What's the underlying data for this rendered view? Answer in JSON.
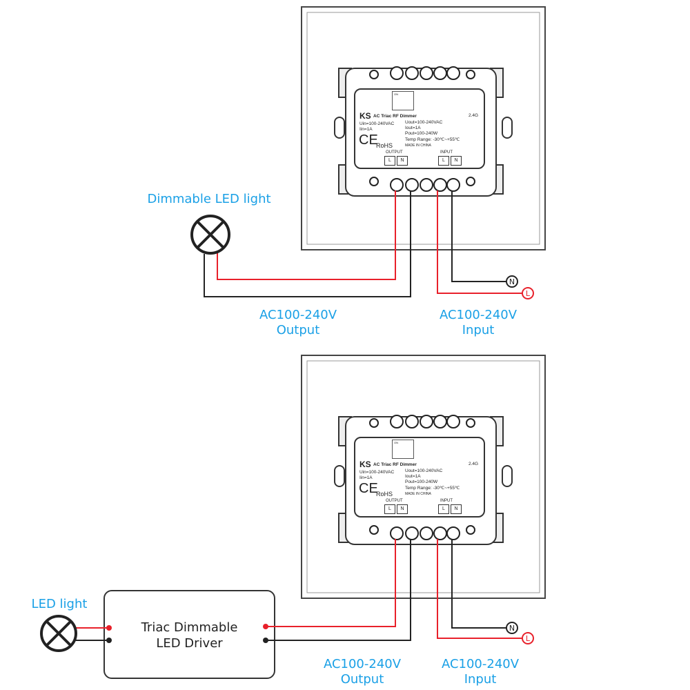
{
  "module": {
    "brand": "KS",
    "name": "AC Triac RF Dimmer",
    "freq": "2.4G",
    "uin": "Uin=100-240VAC",
    "iin": "Iin=1A",
    "uout": "Uout=100-240VAC",
    "iout": "Iout=1A",
    "pout": "Pout=100-240W",
    "temp": "Temp Range: -30℃~+55℃",
    "ce": "CE",
    "rohs": "RoHS",
    "made": "MADE IN CHINA",
    "output": "OUTPUT",
    "input": "INPUT",
    "l": "L",
    "n": "N",
    "on": "ON"
  },
  "diagram1": {
    "lamp_label": "Dimmable LED light",
    "output_label": [
      "AC100-240V",
      "Output"
    ],
    "input_label": [
      "AC100-240V",
      "Input"
    ],
    "n_terminal": "N",
    "l_terminal": "L"
  },
  "diagram2": {
    "lamp_label": "LED light",
    "driver_label": [
      "Triac Dimmable",
      "LED Driver"
    ],
    "output_label": [
      "AC100-240V",
      "Output"
    ],
    "input_label": [
      "AC100-240V",
      "Input"
    ],
    "n_terminal": "N",
    "l_terminal": "L"
  },
  "colors": {
    "live": "#e8202a",
    "neutral": "#222222",
    "label": "#1aa0e6"
  }
}
